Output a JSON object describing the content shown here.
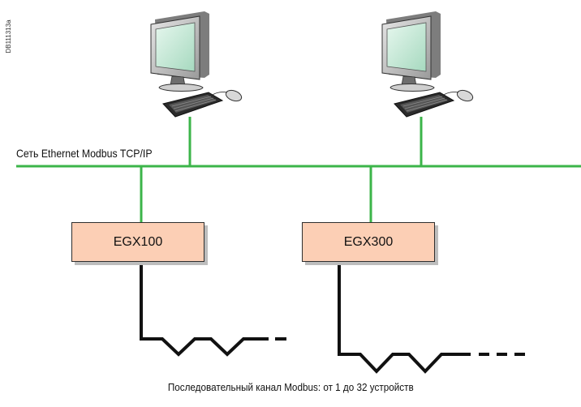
{
  "figure_code": "DB111313a",
  "network": {
    "label": "Сеть Ethernet Modbus TCP/IP",
    "color": "#3cb54a"
  },
  "workstations": [
    {
      "icon": "desktop-computer-icon"
    },
    {
      "icon": "desktop-computer-icon"
    }
  ],
  "gateways": [
    {
      "label": "EGX100",
      "fill": "#fccfb5"
    },
    {
      "label": "EGX300",
      "fill": "#fccfb5"
    }
  ],
  "serial": {
    "caption": "Последовательный канал Modbus: от 1 до 32 устройств",
    "color": "#111111"
  }
}
